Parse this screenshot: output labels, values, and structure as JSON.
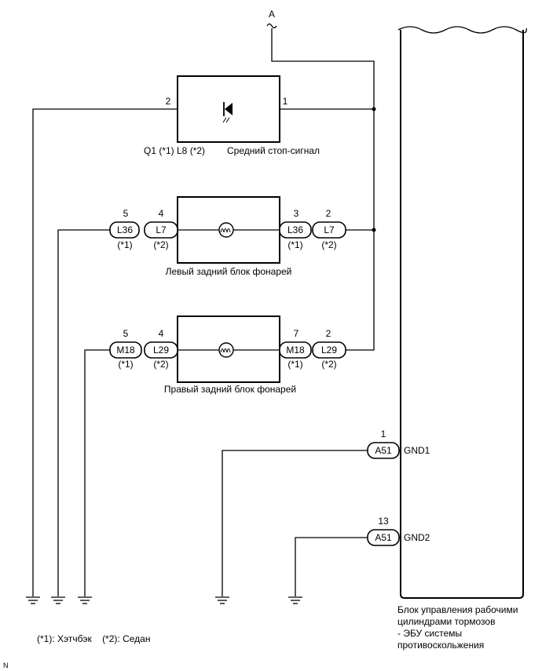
{
  "signal_a": "A",
  "stop_lamp": {
    "pin_left": "2",
    "pin_right": "1",
    "label": "Q1 (*1) L8 (*2)",
    "name": "Средний стоп-сигнал"
  },
  "left_lamp": {
    "pins": [
      "5",
      "4",
      "3",
      "2"
    ],
    "connectors": [
      "L36",
      "L7",
      "L36",
      "L7"
    ],
    "variants": [
      "(*1)",
      "(*2)",
      "(*1)",
      "(*2)"
    ],
    "name": "Левый задний блок фонарей"
  },
  "right_lamp": {
    "pins": [
      "5",
      "4",
      "7",
      "2"
    ],
    "connectors": [
      "M18",
      "L29",
      "M18",
      "L29"
    ],
    "variants": [
      "(*1)",
      "(*2)",
      "(*1)",
      "(*2)"
    ],
    "name": "Правый задний блок фонарей"
  },
  "ecu": {
    "gnd1_pin": "1",
    "gnd1_conn": "A51",
    "gnd1_label": "GND1",
    "gnd2_pin": "13",
    "gnd2_conn": "A51",
    "gnd2_label": "GND2",
    "name_lines": [
      "Блок управления рабочими",
      "цилиндрами тормозов",
      "- ЭБУ системы",
      "противоскольжения"
    ]
  },
  "legend": "(*1): Хэтчбэк    (*2): Седан",
  "corner_mark": "N"
}
